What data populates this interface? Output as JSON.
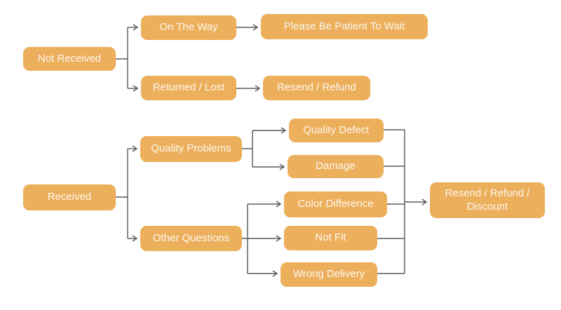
{
  "colors": {
    "node_fill": "#ECAF5C",
    "node_text": "#FCF7ED",
    "connector": "#595959",
    "background": "#FFFFFF"
  },
  "flowchart": {
    "nodes": {
      "not_received": {
        "label": "Not Received"
      },
      "on_the_way": {
        "label": "On The Way"
      },
      "please_wait": {
        "label": "Please Be Patient To Wait"
      },
      "returned_lost": {
        "label": "Returned / Lost"
      },
      "resend_refund": {
        "label": "Resend / Refund"
      },
      "received": {
        "label": "Received"
      },
      "quality_problems": {
        "label": "Quality Problems"
      },
      "other_questions": {
        "label": "Other Questions"
      },
      "quality_defect": {
        "label": "Quality Defect"
      },
      "damage": {
        "label": "Damage"
      },
      "color_difference": {
        "label": "Color Difference"
      },
      "not_fit": {
        "label": "Not Fit"
      },
      "wrong_delivery": {
        "label": "Wrong Delivery"
      },
      "resend_refund_discount": {
        "label": "Resend / Refund / Discount"
      }
    },
    "edges": [
      {
        "from": "Not Received",
        "to": "On The Way"
      },
      {
        "from": "Not Received",
        "to": "Returned / Lost"
      },
      {
        "from": "On The Way",
        "to": "Please Be Patient To Wait"
      },
      {
        "from": "Returned / Lost",
        "to": "Resend / Refund"
      },
      {
        "from": "Received",
        "to": "Quality Problems"
      },
      {
        "from": "Received",
        "to": "Other Questions"
      },
      {
        "from": "Quality Problems",
        "to": "Quality Defect"
      },
      {
        "from": "Quality Problems",
        "to": "Damage"
      },
      {
        "from": "Other Questions",
        "to": "Color Difference"
      },
      {
        "from": "Other Questions",
        "to": "Not Fit"
      },
      {
        "from": "Other Questions",
        "to": "Wrong Delivery"
      },
      {
        "from": "Quality Defect",
        "to": "Resend / Refund / Discount"
      },
      {
        "from": "Damage",
        "to": "Resend / Refund / Discount"
      },
      {
        "from": "Color Difference",
        "to": "Resend / Refund / Discount"
      },
      {
        "from": "Not Fit",
        "to": "Resend / Refund / Discount"
      },
      {
        "from": "Wrong Delivery",
        "to": "Resend / Refund / Discount"
      }
    ]
  }
}
